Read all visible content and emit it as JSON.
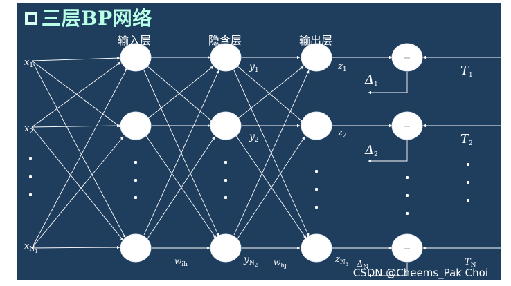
{
  "title": "三层BP网络",
  "layer_labels": {
    "input": "输入层",
    "hidden": "隐含层",
    "output": "输出层"
  },
  "input_symbols": {
    "x1": "x",
    "x1_sub": "1",
    "x2": "x",
    "x2_sub": "2",
    "xN": "x",
    "xN_sub": "N",
    "xN_subsub": "1"
  },
  "hidden_symbols": {
    "y1": "y",
    "y1_sub": "1",
    "y2": "y",
    "y2_sub": "2",
    "yN": "y",
    "yN_sub": "N",
    "yN_subsub": "2"
  },
  "output_symbols": {
    "z1": "z",
    "z1_sub": "1",
    "z2": "z",
    "z2_sub": "2",
    "zN": "z",
    "zN_sub": "N",
    "zN_subsub": "3"
  },
  "weight_symbols": {
    "wih": "w",
    "wih_sub": "ih",
    "whj": "w",
    "whj_sub": "hj"
  },
  "delta_symbols": {
    "d1": "Δ",
    "d1_sub": "1",
    "d2": "Δ",
    "d2_sub": "2",
    "dN": "Δ",
    "dN_sub": "N"
  },
  "target_symbols": {
    "t1": "T",
    "t1_sub": "1",
    "t2": "T",
    "t2_sub": "2",
    "tN": "T",
    "tN_sub": "N"
  },
  "comparator_symbol": "−",
  "watermark": "CSDN @Cheems_Pak Choi",
  "colors": {
    "background": "#1f3d5c",
    "title": "#b8ffe8",
    "line": "#ffffff"
  }
}
